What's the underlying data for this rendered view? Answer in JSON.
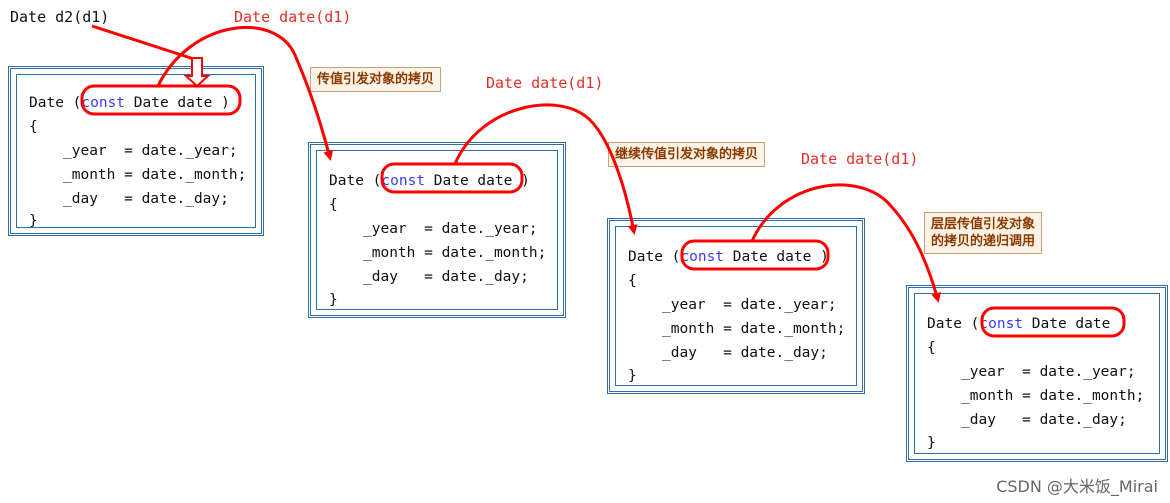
{
  "call_label": "Date d2(d1)",
  "param_code": {
    "open": "Date (",
    "kw": "const",
    "rest": " Date date",
    "close": ")"
  },
  "body_lines": [
    "{",
    "_year  = date._year;",
    "_month = date._month;",
    "_day   = date._day;",
    "}"
  ],
  "copy_calls": [
    "Date date(d1)",
    "Date date(d1)",
    "Date date(d1)"
  ],
  "notes": [
    "传值引发对象的拷贝",
    "继续传值引发对象的拷贝",
    "层层传值引发对象",
    "的拷贝的递归调用"
  ],
  "watermark": "CSDN @大米饭_Mirai",
  "colors": {
    "arrow": "#ff0000",
    "box_border": "#2e6fa8",
    "keyword": "#3b3bf5",
    "note_bg": "#fdf3e6",
    "note_text": "#8b3a00"
  }
}
